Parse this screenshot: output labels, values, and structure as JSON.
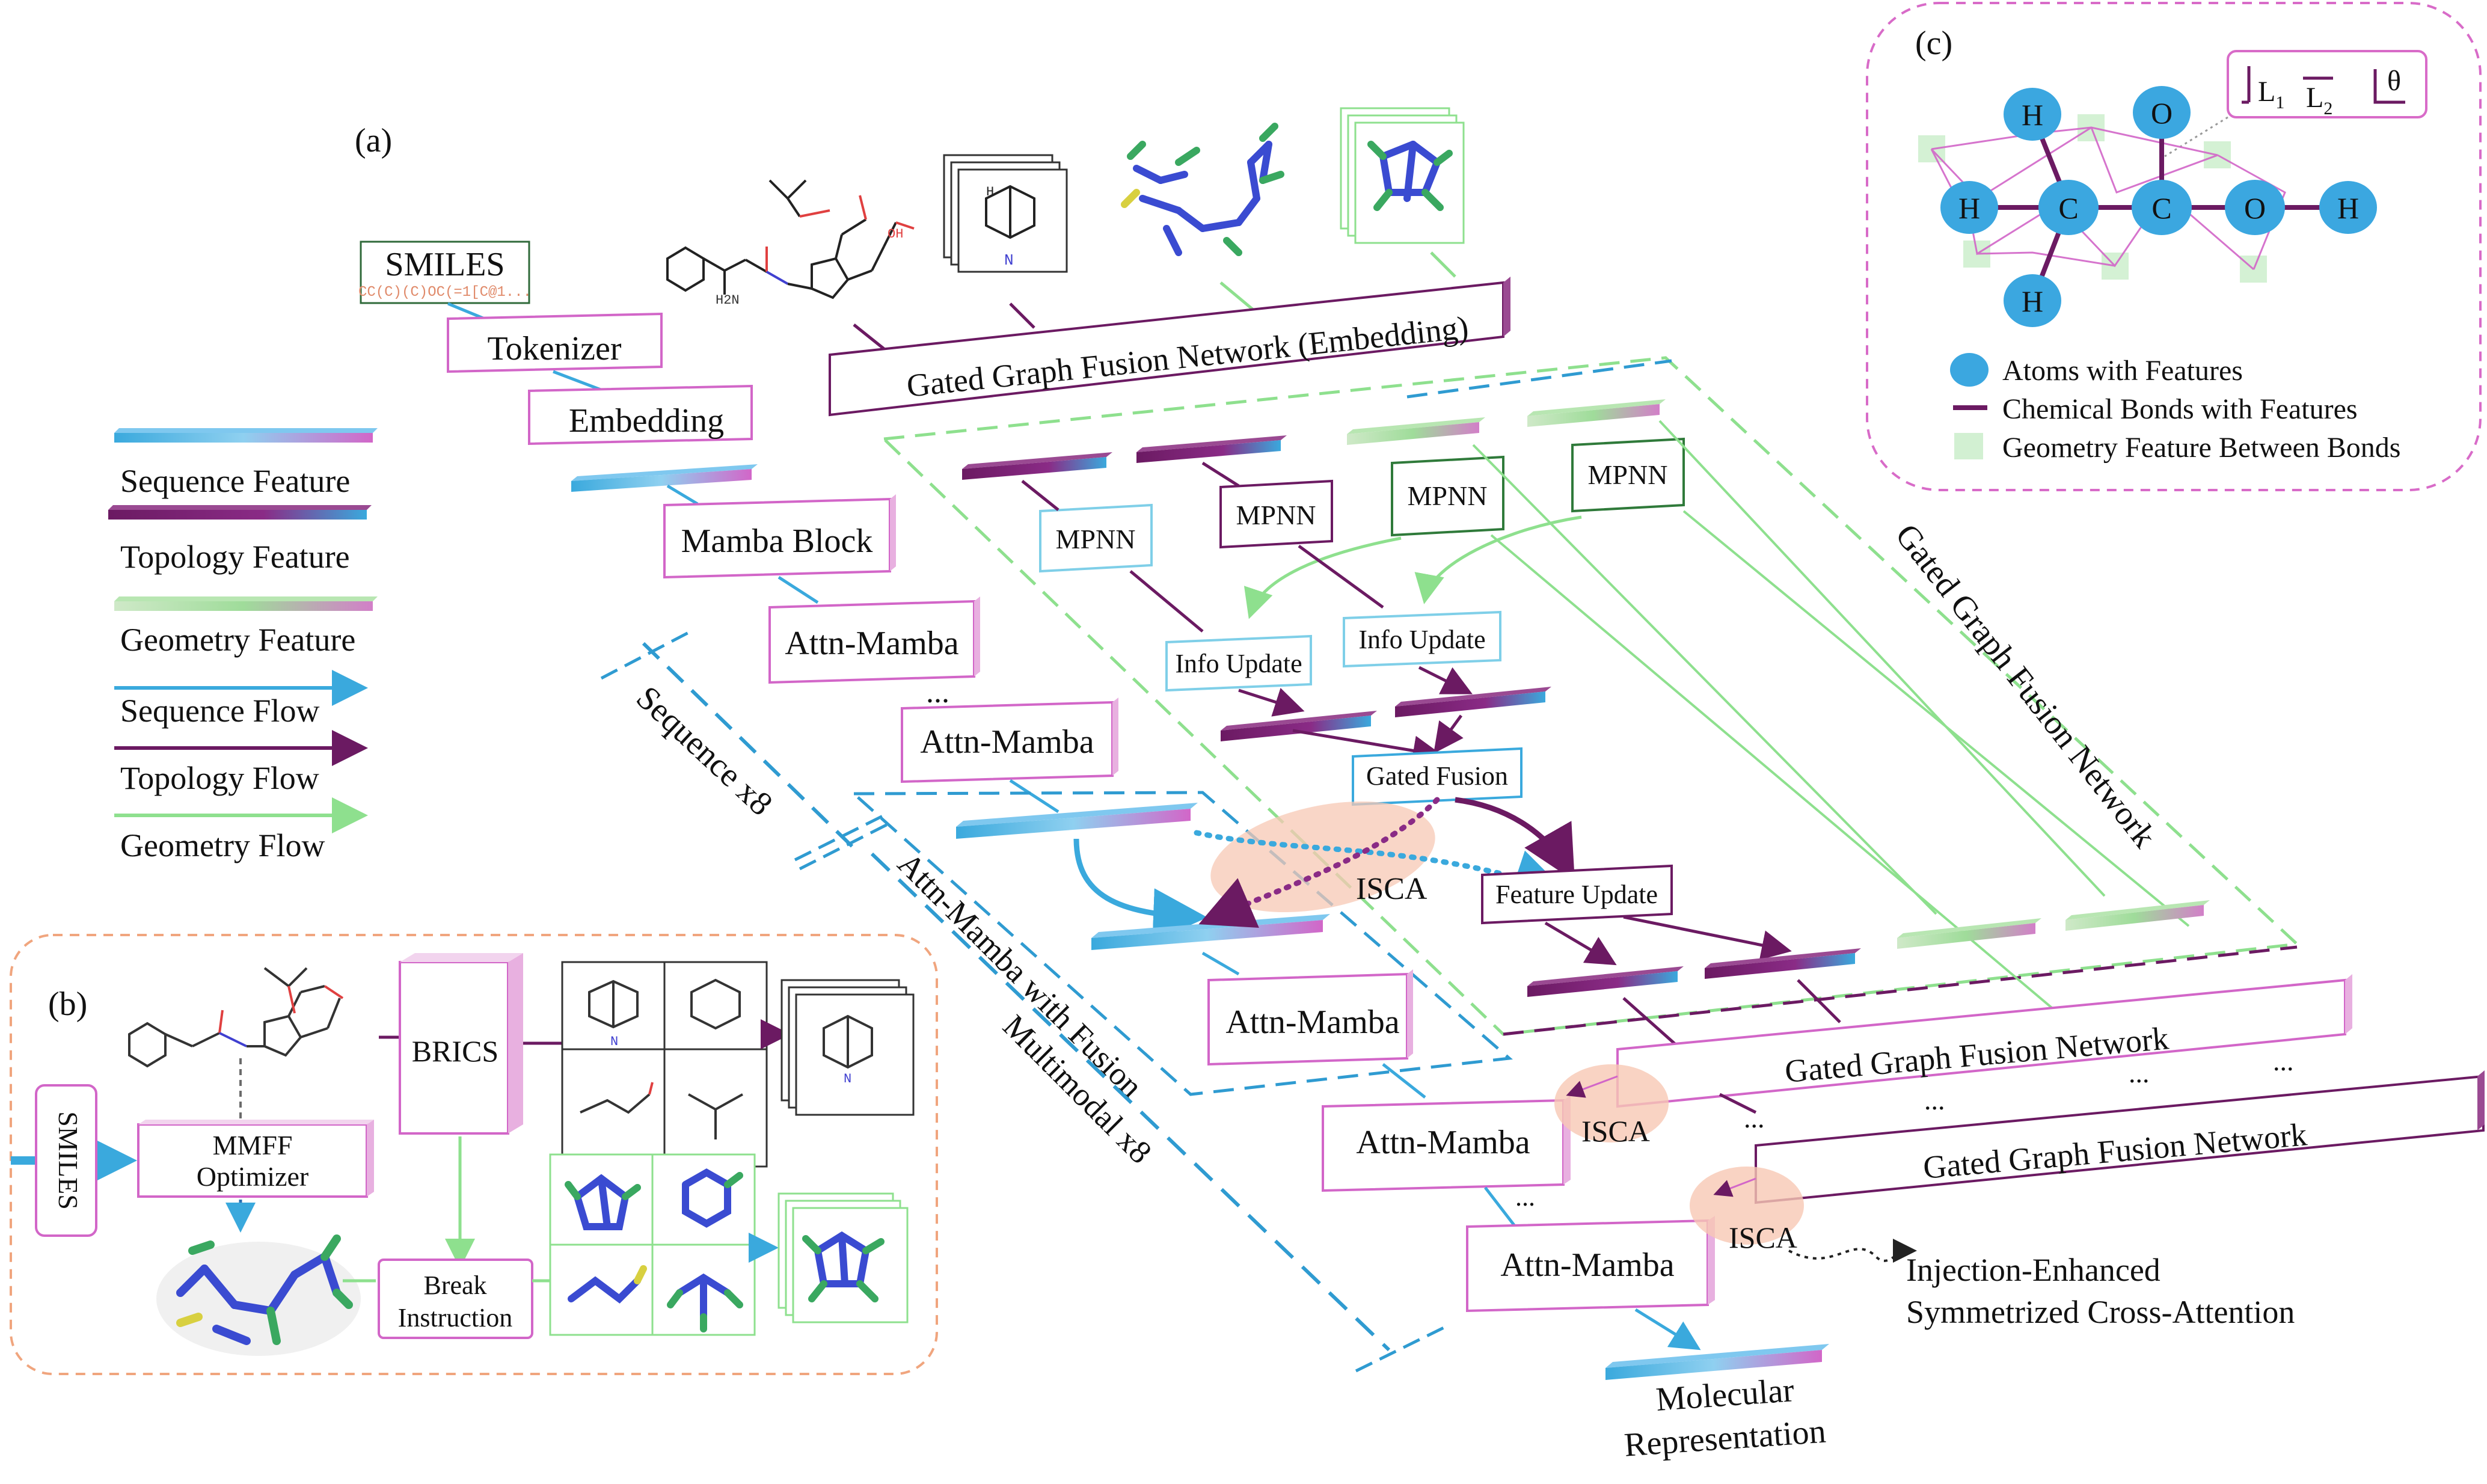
{
  "panels": {
    "a": "(a)",
    "b": "(b)",
    "c": "(c)"
  },
  "colors": {
    "sequence": "#3aa9dd",
    "topology": "#6b1a62",
    "geometry": "#8ee08e",
    "pink": "#d266c8",
    "seq_dash": "#2f9bd1",
    "panel_b_border": "#f0a57e",
    "panel_c_border": "#d86bc8",
    "isca_fill": "#f7c8b4",
    "atom": "#3ba7e0"
  },
  "legend": {
    "sequence_feature": "Sequence Feature",
    "topology_feature": "Topology Feature",
    "geometry_feature": "Geometry Feature",
    "sequence_flow": "Sequence Flow",
    "topology_flow": "Topology Flow",
    "geometry_flow": "Geometry Flow"
  },
  "sequence_branch": {
    "smiles_title": "SMILES",
    "smiles_string": "CC(C)(C)OC(=1[C@1...",
    "tokenizer": "Tokenizer",
    "embedding": "Embedding",
    "mamba_block": "Mamba Block",
    "attn_mamba": "Attn-Mamba",
    "ellipsis": "...",
    "sequence_x8": "Sequence  x8",
    "fusion_label": "Attn-Mamba with Fusion",
    "multimodal_x8": "Multimodal  x8"
  },
  "graph_branch": {
    "embedding_network": "Gated Graph Fusion Network (Embedding)",
    "mpnn": "MPNN",
    "info_update": "Info Update",
    "gated_fusion": "Gated Fusion",
    "isca": "ISCA",
    "feature_update": "Feature Update",
    "network_side_label": "Gated Graph Fusion Network",
    "network": "Gated Graph Fusion Network",
    "ellipsis": "..."
  },
  "output": {
    "isca_full_line1": "Injection-Enhanced",
    "isca_full_line2": "Symmetrized Cross-Attention",
    "molecular_line1": "Molecular",
    "molecular_line2": "Representation"
  },
  "panel_b": {
    "smiles": "SMILES",
    "mmff_line1": "MMFF",
    "mmff_line2": "Optimizer",
    "brics": "BRICS",
    "break_line1": "Break",
    "break_line2": "Instruction"
  },
  "panel_c": {
    "atoms": [
      "H",
      "H",
      "C",
      "C",
      "O",
      "H",
      "O",
      "H"
    ],
    "legend_atoms": "Atoms with Features",
    "legend_bonds": "Chemical Bonds with Features",
    "legend_geometry": "Geometry Feature Between Bonds",
    "inset_l1": "L",
    "inset_l1_sub": "1",
    "inset_l2": "L",
    "inset_l2_sub": "2",
    "inset_theta": "θ"
  },
  "molecule_labels": {
    "nh": "N",
    "h": "H",
    "oh": "OH",
    "h2n": "H2N"
  }
}
